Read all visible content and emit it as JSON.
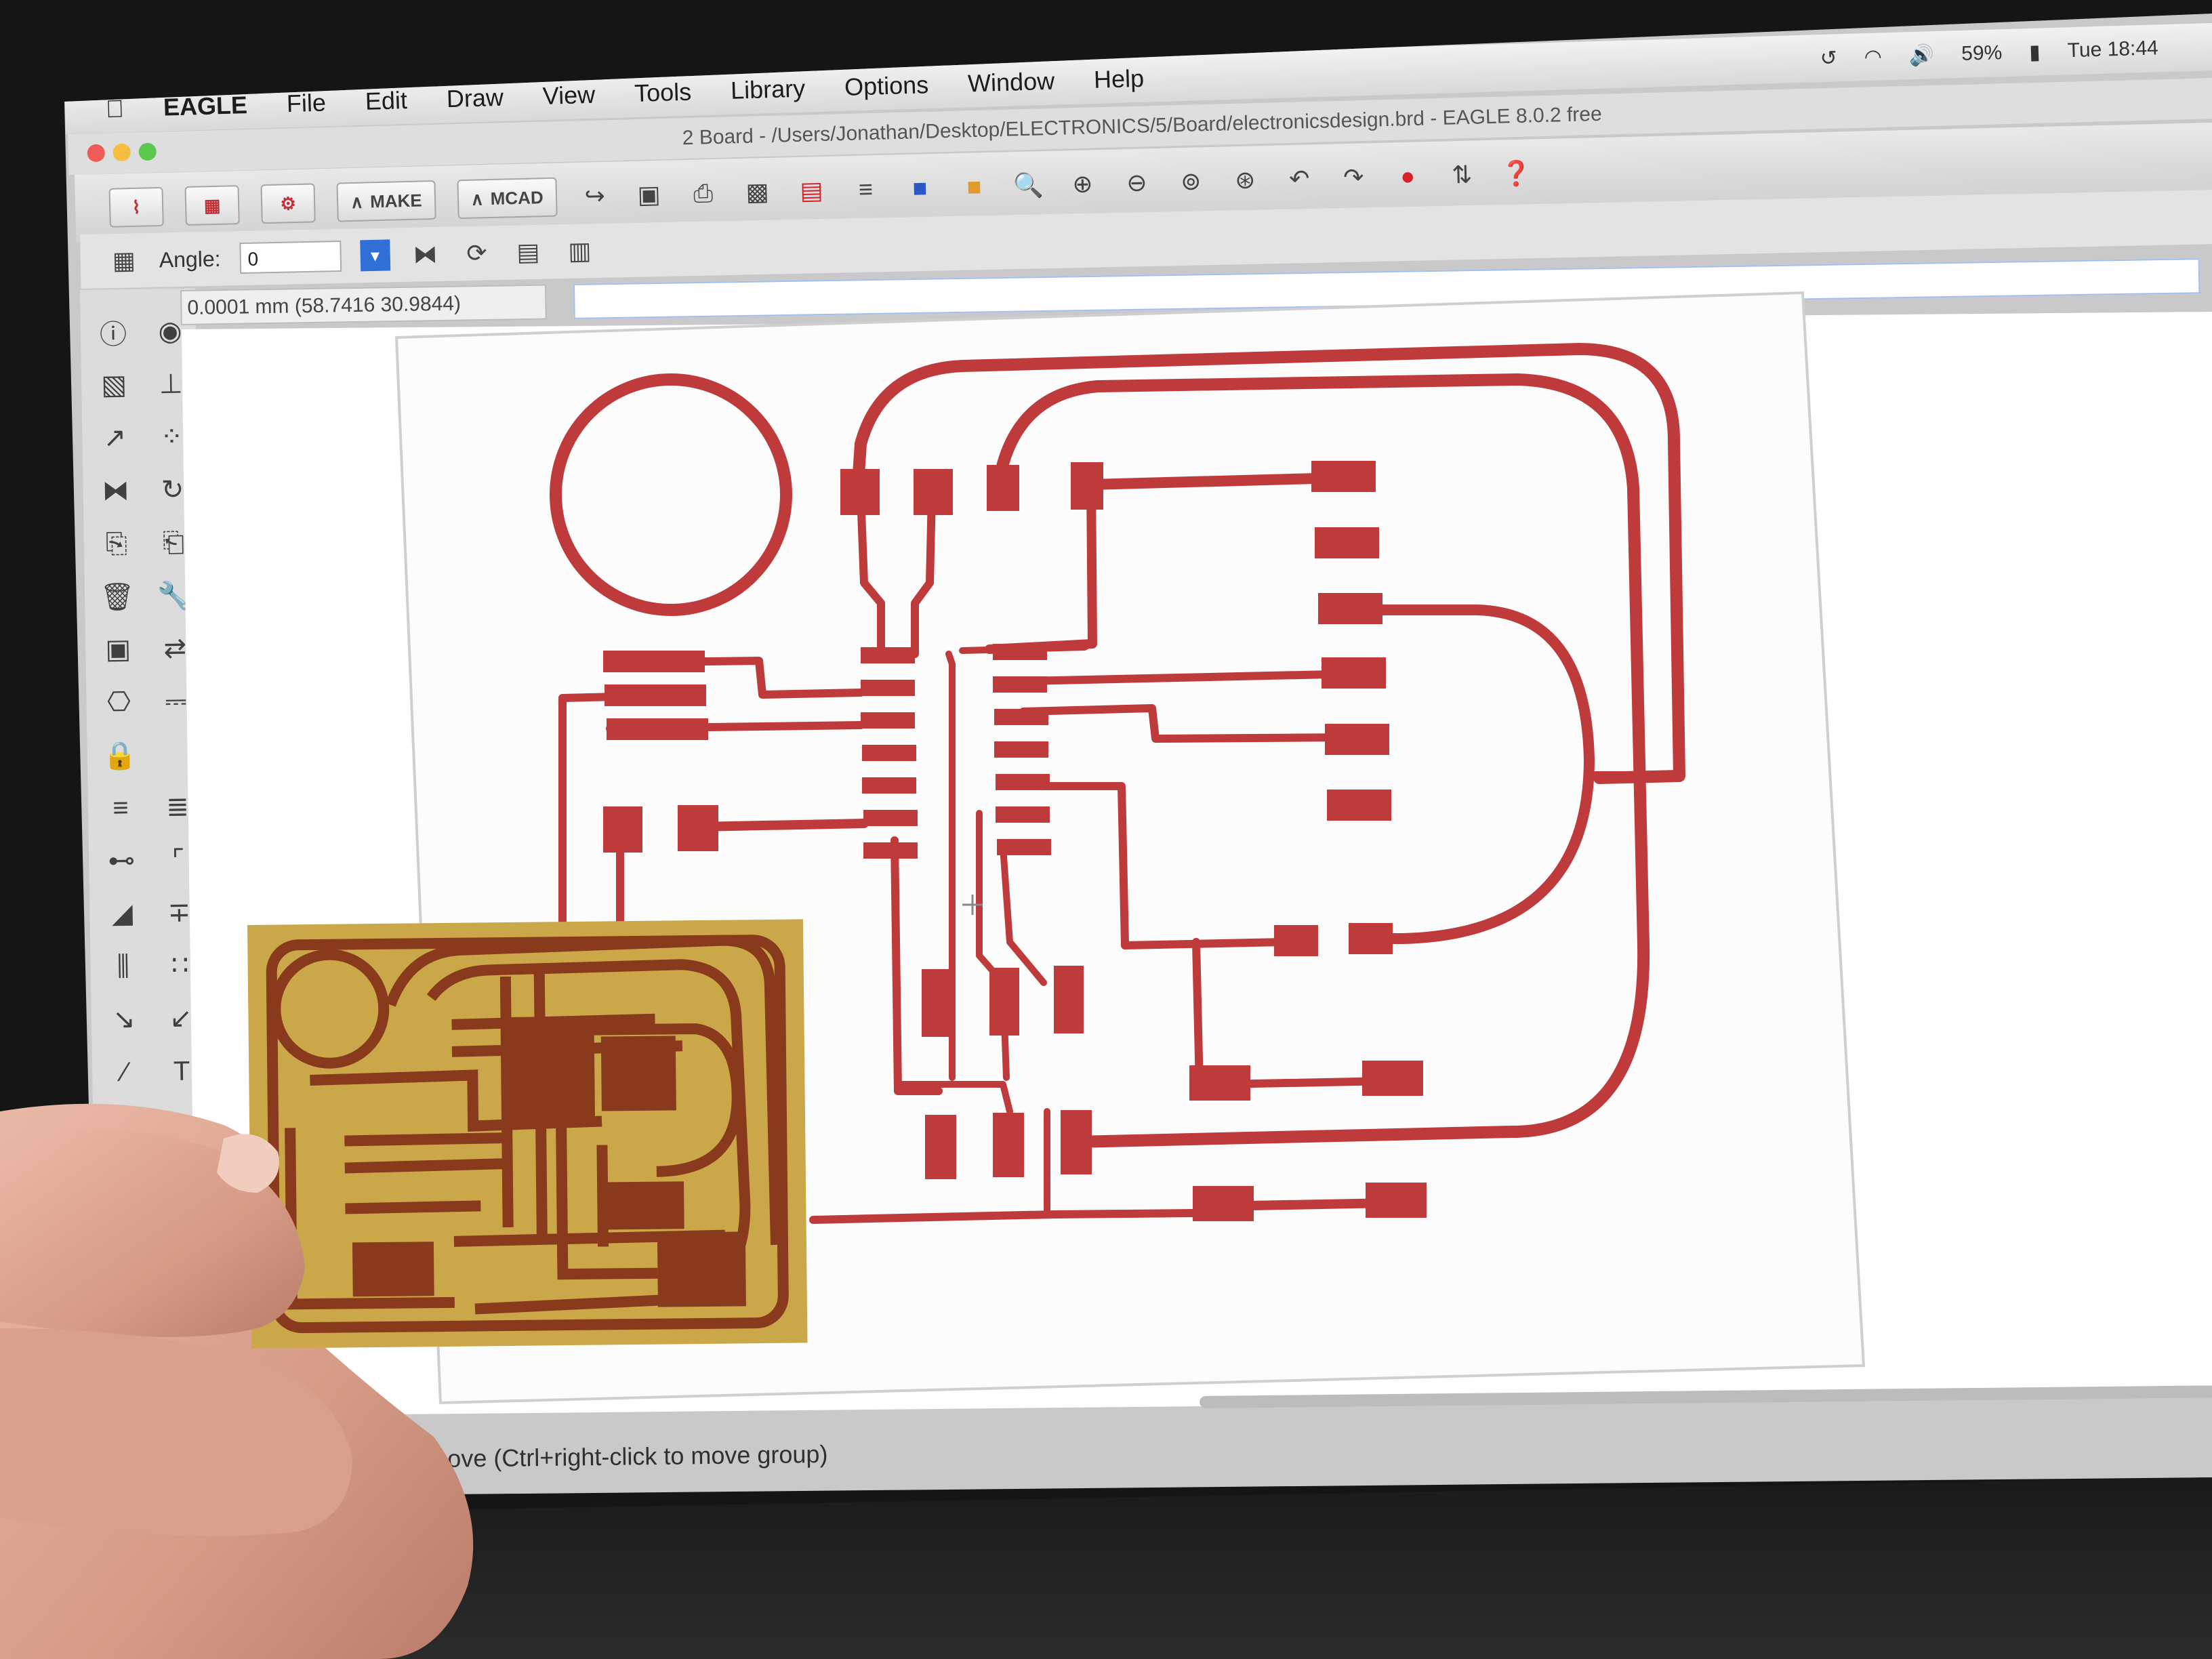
{
  "menubar": {
    "apple_icon": "apple-logo-icon",
    "app": "EAGLE",
    "items": [
      "File",
      "Edit",
      "Draw",
      "View",
      "Tools",
      "Library",
      "Options",
      "Window",
      "Help"
    ],
    "battery": "59%",
    "clock": "Tue 18:44"
  },
  "window": {
    "title": "2 Board - /Users/Jonathan/Desktop/ELECTRONICS/5/Board/electronicsdesign.brd - EAGLE 8.0.2 free"
  },
  "toolbar": {
    "make_label": "MAKE",
    "mcad_label": "MCAD"
  },
  "params": {
    "angle_label": "Angle:",
    "angle_value": "0"
  },
  "coords": {
    "readout": "0.0001 mm (58.7416 30.9844)"
  },
  "status": {
    "message": "nove (Ctrl+right-click to move group)"
  },
  "colors": {
    "trace": "#bf3a3a",
    "pcb_copper": "#c8a142",
    "pcb_substrate": "#8a3a1c",
    "canvas": "#ffffff"
  }
}
